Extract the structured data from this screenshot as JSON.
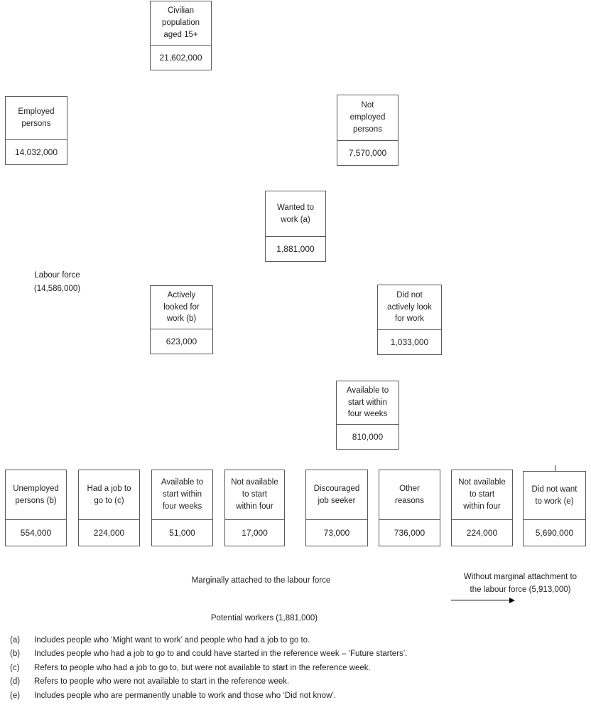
{
  "diagram": {
    "boxes": {
      "civilian_population": {
        "label": "Civilian\npopulation\naged 15+",
        "value": "21,602,000"
      },
      "employed_persons": {
        "label": "Employed\npersons",
        "value": "14,032,000"
      },
      "not_employed_persons": {
        "label": "Not\nemployed\npersons",
        "value": "7,570,000"
      },
      "wanted_to_work": {
        "label": "Wanted to\nwork (a)",
        "value": "1,881,000"
      },
      "labour_force": {
        "label": "Labour force\n(14,586,000)"
      },
      "actively_looked_for_work": {
        "label": "Actively\nlooked for\nwork (b)",
        "value": "623,000"
      },
      "did_not_actively_look": {
        "label": "Did not\nactively look\nfor work",
        "value": "1,033,000"
      },
      "available_to_start_four_weeks": {
        "label": "Available to\nstart within\nfour weeks",
        "value": "810,000"
      },
      "unemployed_persons": {
        "label": "Unemployed\npersons (b)",
        "value": "554,000"
      },
      "had_a_job_to_go_to": {
        "label": "Had a job to\ngo to (c)",
        "value": "224,000"
      },
      "available_to_start": {
        "label": "Available to\nstart within\nfour weeks",
        "value": "51,000"
      },
      "not_available_to_start_d": {
        "label": "Not available\nto start\nwithin four",
        "value": "17,000"
      },
      "discouraged_job_seeker": {
        "label": "Discouraged\njob seeker",
        "value": "73,000"
      },
      "other_reasons": {
        "label": "Other\nreasons",
        "value": "736,000"
      },
      "not_available_to_start_2": {
        "label": "Not available\nto start\nwithin four",
        "value": "224,000"
      },
      "did_not_want_to_work": {
        "label": "Did not want\nto work (e)",
        "value": "5,690,000"
      },
      "marginally_attached": {
        "label": "Marginally attached to the labour force"
      },
      "without_marginal_attachment": {
        "label": "Without marginal attachment to\nthe labour force (5,913,000)"
      },
      "potential_workers": {
        "label": "Potential workers (1,881,000)"
      }
    },
    "footnotes": [
      {
        "id": "(a)",
        "text": "Includes people who ‘Might want to work’ and people who had a job to go to."
      },
      {
        "id": "(b)",
        "text": "Includes people who had a job to go to and could have started in the reference week – ‘Future starters’."
      },
      {
        "id": "(c)",
        "text": "Refers to people who had a job to go to, but were not available to start in the reference week."
      },
      {
        "id": "(d)",
        "text": "Refers to people who were not available to start in the reference week."
      },
      {
        "id": "(e)",
        "text": "Includes people who are permanently unable to work and those who ‘Did not know’."
      }
    ],
    "colors": {
      "border": "#595959",
      "text": "#1f1f1f",
      "background": "#ffffff",
      "arrow": "#000000"
    }
  }
}
